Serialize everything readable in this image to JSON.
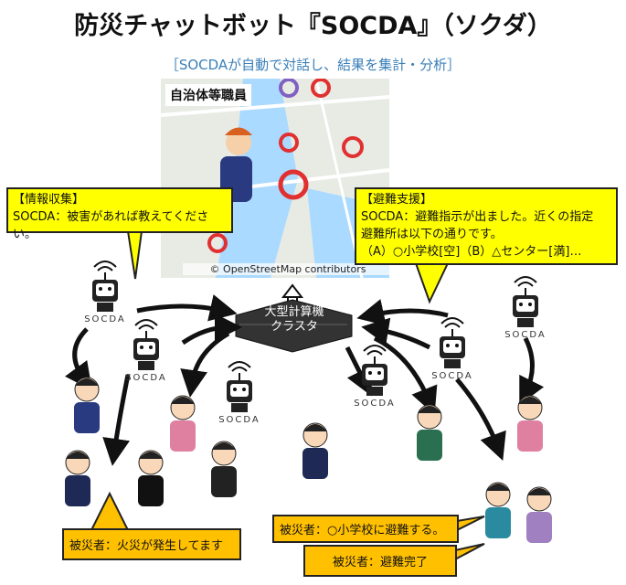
{
  "title": "防災チャットボット『SOCDA』（ソクダ）",
  "subtitle": "［SOCDAが自動で対話し、結果を集計・分析］",
  "map": {
    "label": "自治体等職員",
    "credit": "© OpenStreetMap contributors"
  },
  "cluster": {
    "line1": "大型計算機",
    "line2": "クラスタ"
  },
  "bubbles": {
    "info": {
      "heading": "【情報収集】",
      "text": "SOCDA：被害があれば教えてください。"
    },
    "evac": {
      "heading": "【避難支援】",
      "line1": "SOCDA：避難指示が出ました。近くの指定",
      "line2": "避難所は以下の通りです。",
      "line3": "（A）○小学校[空]（B）△センター[満]…"
    }
  },
  "victims": {
    "fire": "被災者：火災が発生してます",
    "evacuating": "被災者：○小学校に避難する。",
    "done": "被災者：避難完了"
  },
  "robot_label": "SOCDA",
  "colors": {
    "bubble": "#ffff00",
    "victim_bubble": "#ffc000",
    "subtitle": "#3a7fb8"
  }
}
